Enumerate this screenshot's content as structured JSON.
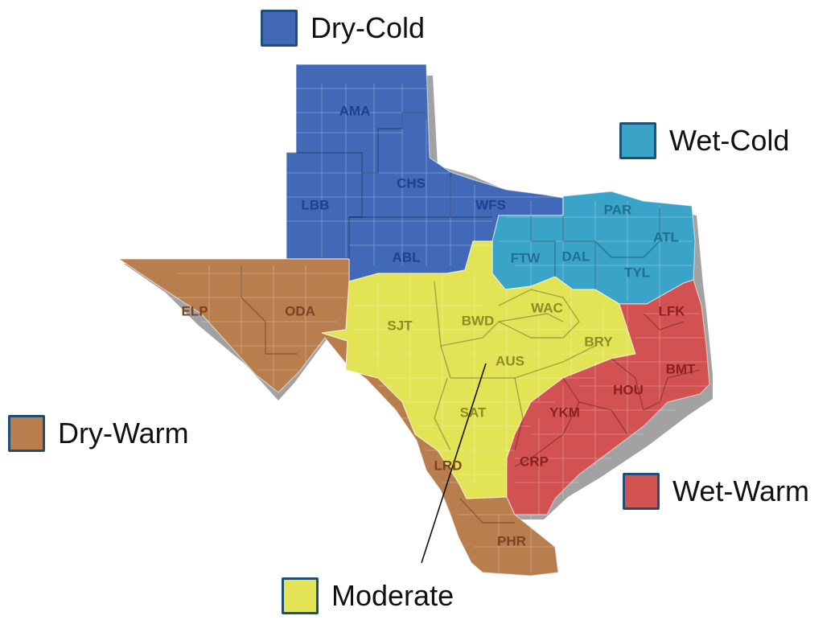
{
  "legend": {
    "dry_cold": {
      "label": "Dry-Cold",
      "color": "#4169b8"
    },
    "wet_cold": {
      "label": "Wet-Cold",
      "color": "#3aa4c8"
    },
    "dry_warm": {
      "label": "Dry-Warm",
      "color": "#b87e4e"
    },
    "wet_warm": {
      "label": "Wet-Warm",
      "color": "#d25151"
    },
    "moderate": {
      "label": "Moderate",
      "color": "#e3e356"
    }
  },
  "districts": {
    "ama": "AMA",
    "lbb": "LBB",
    "chs": "CHS",
    "wfs": "WFS",
    "abl": "ABL",
    "par": "PAR",
    "atl": "ATL",
    "ftw": "FTW",
    "dal": "DAL",
    "tyl": "TYL",
    "elp": "ELP",
    "oda": "ODA",
    "sjt": "SJT",
    "bwd": "BWD",
    "wac": "WAC",
    "bry": "BRY",
    "aus": "AUS",
    "sat": "SAT",
    "lrd": "LRD",
    "phr": "PHR",
    "lfk": "LFK",
    "bmt": "BMT",
    "hou": "HOU",
    "ykm": "YKM",
    "crp": "CRP"
  },
  "label_colors": {
    "dry_cold": "#1f3f8f",
    "wet_cold": "#1f6f91",
    "dry_warm": "#7a4420",
    "moderate": "#8c8c25",
    "wet_warm": "#8e1f1f"
  }
}
